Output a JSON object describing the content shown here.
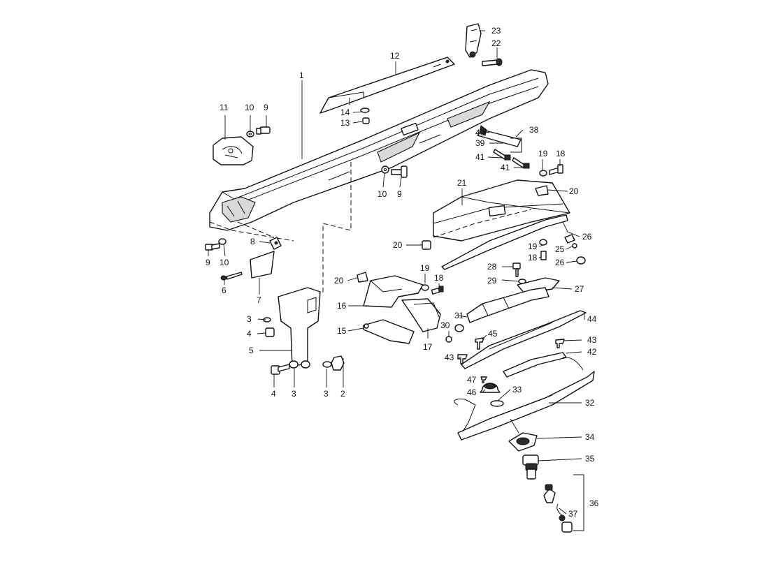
{
  "diagram": {
    "callouts": [
      {
        "id": "c1",
        "text": "1"
      },
      {
        "id": "c2",
        "text": "2"
      },
      {
        "id": "c3a",
        "text": "3"
      },
      {
        "id": "c3b",
        "text": "3"
      },
      {
        "id": "c3c",
        "text": "3"
      },
      {
        "id": "c4a",
        "text": "4"
      },
      {
        "id": "c4b",
        "text": "4"
      },
      {
        "id": "c5",
        "text": "5"
      },
      {
        "id": "c6",
        "text": "6"
      },
      {
        "id": "c7",
        "text": "7"
      },
      {
        "id": "c8",
        "text": "8"
      },
      {
        "id": "c9a",
        "text": "9"
      },
      {
        "id": "c9b",
        "text": "9"
      },
      {
        "id": "c9c",
        "text": "9"
      },
      {
        "id": "c10a",
        "text": "10"
      },
      {
        "id": "c10b",
        "text": "10"
      },
      {
        "id": "c10c",
        "text": "10"
      },
      {
        "id": "c11",
        "text": "11"
      },
      {
        "id": "c12",
        "text": "12"
      },
      {
        "id": "c13",
        "text": "13"
      },
      {
        "id": "c14",
        "text": "14"
      },
      {
        "id": "c15",
        "text": "15"
      },
      {
        "id": "c16",
        "text": "16"
      },
      {
        "id": "c17",
        "text": "17"
      },
      {
        "id": "c18a",
        "text": "18"
      },
      {
        "id": "c18b",
        "text": "18"
      },
      {
        "id": "c18c",
        "text": "18"
      },
      {
        "id": "c19a",
        "text": "19"
      },
      {
        "id": "c19b",
        "text": "19"
      },
      {
        "id": "c19c",
        "text": "19"
      },
      {
        "id": "c20a",
        "text": "20"
      },
      {
        "id": "c20b",
        "text": "20"
      },
      {
        "id": "c20c",
        "text": "20"
      },
      {
        "id": "c21",
        "text": "21"
      },
      {
        "id": "c22",
        "text": "22"
      },
      {
        "id": "c23",
        "text": "23"
      },
      {
        "id": "c25",
        "text": "25"
      },
      {
        "id": "c26a",
        "text": "26"
      },
      {
        "id": "c26b",
        "text": "26"
      },
      {
        "id": "c27",
        "text": "27"
      },
      {
        "id": "c28",
        "text": "28"
      },
      {
        "id": "c29",
        "text": "29"
      },
      {
        "id": "c30",
        "text": "30"
      },
      {
        "id": "c31",
        "text": "31"
      },
      {
        "id": "c32",
        "text": "32"
      },
      {
        "id": "c33",
        "text": "33"
      },
      {
        "id": "c34",
        "text": "34"
      },
      {
        "id": "c35",
        "text": "35"
      },
      {
        "id": "c36",
        "text": "36"
      },
      {
        "id": "c37",
        "text": "37"
      },
      {
        "id": "c38",
        "text": "38"
      },
      {
        "id": "c39",
        "text": "39"
      },
      {
        "id": "c40",
        "text": "40"
      },
      {
        "id": "c41a",
        "text": "41"
      },
      {
        "id": "c41b",
        "text": "41"
      },
      {
        "id": "c42",
        "text": "42"
      },
      {
        "id": "c43a",
        "text": "43"
      },
      {
        "id": "c43b",
        "text": "43"
      },
      {
        "id": "c44",
        "text": "44"
      },
      {
        "id": "c45",
        "text": "45"
      },
      {
        "id": "c46",
        "text": "46"
      },
      {
        "id": "c47",
        "text": "47"
      }
    ]
  }
}
